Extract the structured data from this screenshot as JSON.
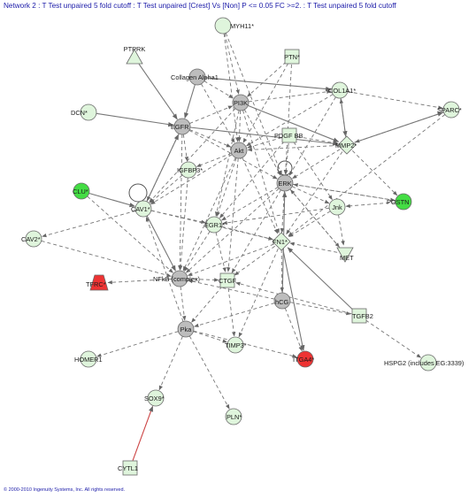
{
  "title": "Network 2 : T Test unpaired 5 fold cutoff : T Test unpaired [Crest] Vs [Non] P <= 0.05 FC >=2. : T Test unpaired 5 fold cutoff",
  "copyright": "© 2000-2010 Ingenuity Systems, Inc. All rights reserved.",
  "colors": {
    "up_bright": "#44dd44",
    "up_light": "#dff5dc",
    "down_red": "#ee3333",
    "neutral": "#bdbdbd",
    "edge": "#777777",
    "text_blue": "#1a1aa8"
  },
  "nodes": [
    {
      "id": "MYH11",
      "label": "MYH11*"
    },
    {
      "id": "PTPRK",
      "label": "PTPRK"
    },
    {
      "id": "PTN",
      "label": "PTN*"
    },
    {
      "id": "COLALPHA1",
      "label": "Collagen Alpha1"
    },
    {
      "id": "COL1A1",
      "label": "COL1A1*"
    },
    {
      "id": "PI3K",
      "label": "PI3K"
    },
    {
      "id": "SPARC",
      "label": "SPARC*"
    },
    {
      "id": "DCN",
      "label": "DCN*"
    },
    {
      "id": "EGFR",
      "label": "EGFR"
    },
    {
      "id": "PDGFBB",
      "label": "PDGF BB"
    },
    {
      "id": "MMP2",
      "label": "MMP2*"
    },
    {
      "id": "AKT",
      "label": "Akt"
    },
    {
      "id": "IGFBP3",
      "label": "IGFBP3*"
    },
    {
      "id": "ERK",
      "label": "ERK"
    },
    {
      "id": "CLU",
      "label": "CLU*"
    },
    {
      "id": "CAV1",
      "label": "CAV1*"
    },
    {
      "id": "POSTN",
      "label": "POSTN"
    },
    {
      "id": "JNK",
      "label": "Jnk"
    },
    {
      "id": "EGR1",
      "label": "EGR1*"
    },
    {
      "id": "FN1",
      "label": "FN1*"
    },
    {
      "id": "CAV2",
      "label": "CAV2*"
    },
    {
      "id": "MET",
      "label": "MET"
    },
    {
      "id": "TFRC",
      "label": "TFRC*"
    },
    {
      "id": "NFKB",
      "label": "NFkB (complex)"
    },
    {
      "id": "CTGF",
      "label": "CTGF"
    },
    {
      "id": "HCG",
      "label": "hCG"
    },
    {
      "id": "TGFB2",
      "label": "TGFB2"
    },
    {
      "id": "PKA",
      "label": "Pka"
    },
    {
      "id": "TIMP3",
      "label": "TIMP3*"
    },
    {
      "id": "ITGA4",
      "label": "ITGA4*"
    },
    {
      "id": "HOMER1",
      "label": "HOMER1"
    },
    {
      "id": "HSPG2",
      "label": "HSPG2 (includes EG:3339)"
    },
    {
      "id": "SOX9",
      "label": "SOX9*"
    },
    {
      "id": "PLN",
      "label": "PLN*"
    },
    {
      "id": "CYTL1",
      "label": "CYTL1"
    }
  ],
  "edges": [
    [
      "PTPRK",
      "EGFR",
      "solid"
    ],
    [
      "DCN",
      "EGFR",
      "solid"
    ],
    [
      "COLALPHA1",
      "EGFR",
      "solid"
    ],
    [
      "COLALPHA1",
      "COL1A1",
      "solid"
    ],
    [
      "PI3K",
      "MMP2",
      "solid"
    ],
    [
      "CAV1",
      "EGFR",
      "solid"
    ],
    [
      "EGFR",
      "MMP2",
      "solid"
    ],
    [
      "MMP2",
      "SPARC",
      "solid"
    ],
    [
      "COL1A1",
      "MMP2",
      "solid"
    ],
    [
      "FN1",
      "ITGA4",
      "solid"
    ],
    [
      "TGFB2",
      "FN1",
      "solid"
    ],
    [
      "CLU",
      "CAV1",
      "solid"
    ],
    [
      "CYTL1",
      "SOX9",
      "solid"
    ],
    [
      "HCG",
      "ERK",
      "solid"
    ],
    [
      "CAV1",
      "NFKB",
      "solid"
    ],
    [
      "MYH11",
      "AKT",
      "dashed"
    ],
    [
      "MYH11",
      "ERK",
      "dashed"
    ],
    [
      "MYH11",
      "PI3K",
      "dashed"
    ],
    [
      "PTN",
      "AKT",
      "dashed"
    ],
    [
      "PTN",
      "ERK",
      "dashed"
    ],
    [
      "PTN",
      "PI3K",
      "dashed"
    ],
    [
      "COLALPHA1",
      "AKT",
      "dashed"
    ],
    [
      "COLALPHA1",
      "PI3K",
      "dashed"
    ],
    [
      "COL1A1",
      "ERK",
      "dashed"
    ],
    [
      "COL1A1",
      "SPARC",
      "dashed"
    ],
    [
      "COL1A1",
      "AKT",
      "dashed"
    ],
    [
      "PI3K",
      "AKT",
      "dashed"
    ],
    [
      "PI3K",
      "ERK",
      "dashed"
    ],
    [
      "PI3K",
      "CAV1",
      "dashed"
    ],
    [
      "PI3K",
      "EGR1",
      "dashed"
    ],
    [
      "PI3K",
      "FN1",
      "dashed"
    ],
    [
      "PI3K",
      "COL1A1",
      "dashed"
    ],
    [
      "SPARC",
      "MMP2",
      "dashed"
    ],
    [
      "SPARC",
      "FN1",
      "dashed"
    ],
    [
      "EGFR",
      "AKT",
      "dashed"
    ],
    [
      "EGFR",
      "ERK",
      "dashed"
    ],
    [
      "EGFR",
      "PI3K",
      "dashed"
    ],
    [
      "EGFR",
      "CAV1",
      "dashed"
    ],
    [
      "EGFR",
      "IGFBP3",
      "dashed"
    ],
    [
      "EGFR",
      "NFKB",
      "dashed"
    ],
    [
      "PDGFBB",
      "AKT",
      "dashed"
    ],
    [
      "PDGFBB",
      "ERK",
      "dashed"
    ],
    [
      "PDGFBB",
      "MMP2",
      "dashed"
    ],
    [
      "PDGFBB",
      "EGR1",
      "dashed"
    ],
    [
      "PDGFBB",
      "JNK",
      "dashed"
    ],
    [
      "MMP2",
      "AKT",
      "dashed"
    ],
    [
      "MMP2",
      "ERK",
      "dashed"
    ],
    [
      "MMP2",
      "POSTN",
      "dashed"
    ],
    [
      "MMP2",
      "FN1",
      "dashed"
    ],
    [
      "MMP2",
      "COL1A1",
      "dashed"
    ],
    [
      "AKT",
      "IGFBP3",
      "dashed"
    ],
    [
      "AKT",
      "NFKB",
      "dashed"
    ],
    [
      "AKT",
      "EGR1",
      "dashed"
    ],
    [
      "AKT",
      "CTGF",
      "dashed"
    ],
    [
      "AKT",
      "FN1",
      "dashed"
    ],
    [
      "AKT",
      "CAV1",
      "dashed"
    ],
    [
      "ERK",
      "EGR1",
      "dashed"
    ],
    [
      "ERK",
      "FN1",
      "dashed"
    ],
    [
      "ERK",
      "NFKB",
      "dashed"
    ],
    [
      "ERK",
      "CTGF",
      "dashed"
    ],
    [
      "ERK",
      "POSTN",
      "dashed"
    ],
    [
      "ERK",
      "MET",
      "dashed"
    ],
    [
      "ERK",
      "JNK",
      "dashed"
    ],
    [
      "IGFBP3",
      "NFKB",
      "dashed"
    ],
    [
      "IGFBP3",
      "CAV1",
      "dashed"
    ],
    [
      "CAV1",
      "CAV2",
      "dashed"
    ],
    [
      "CAV1",
      "EGR1",
      "dashed"
    ],
    [
      "CAV1",
      "FN1",
      "dashed"
    ],
    [
      "POSTN",
      "JNK",
      "dashed"
    ],
    [
      "POSTN",
      "ERK",
      "dashed"
    ],
    [
      "JNK",
      "EGR1",
      "dashed"
    ],
    [
      "JNK",
      "FN1",
      "dashed"
    ],
    [
      "JNK",
      "MET",
      "dashed"
    ],
    [
      "EGR1",
      "FN1",
      "dashed"
    ],
    [
      "EGR1",
      "CTGF",
      "dashed"
    ],
    [
      "EGR1",
      "NFKB",
      "dashed"
    ],
    [
      "FN1",
      "NFKB",
      "dashed"
    ],
    [
      "FN1",
      "CTGF",
      "dashed"
    ],
    [
      "FN1",
      "TIMP3",
      "dashed"
    ],
    [
      "FN1",
      "HCG",
      "dashed"
    ],
    [
      "MET",
      "FN1",
      "dashed"
    ],
    [
      "MET",
      "ERK",
      "dashed"
    ],
    [
      "NFKB",
      "TFRC",
      "dashed"
    ],
    [
      "NFKB",
      "CTGF",
      "dashed"
    ],
    [
      "NFKB",
      "PKA",
      "dashed"
    ],
    [
      "CTGF",
      "PKA",
      "dashed"
    ],
    [
      "CTGF",
      "TIMP3",
      "dashed"
    ],
    [
      "HCG",
      "PKA",
      "dashed"
    ],
    [
      "HCG",
      "TGFB2",
      "dashed"
    ],
    [
      "HCG",
      "ITGA4",
      "dashed"
    ],
    [
      "HCG",
      "NFKB",
      "dashed"
    ],
    [
      "TGFB2",
      "HSPG2",
      "dashed"
    ],
    [
      "TGFB2",
      "CTGF",
      "dashed"
    ],
    [
      "PKA",
      "HOMER1",
      "dashed"
    ],
    [
      "PKA",
      "SOX9",
      "dashed"
    ],
    [
      "PKA",
      "PLN",
      "dashed"
    ],
    [
      "PKA",
      "CAV1",
      "dashed"
    ],
    [
      "PKA",
      "TIMP3",
      "dashed"
    ],
    [
      "PKA",
      "ITGA4",
      "dashed"
    ],
    [
      "CAV2",
      "NFKB",
      "dashed"
    ],
    [
      "CLU",
      "NFKB",
      "dashed"
    ]
  ]
}
